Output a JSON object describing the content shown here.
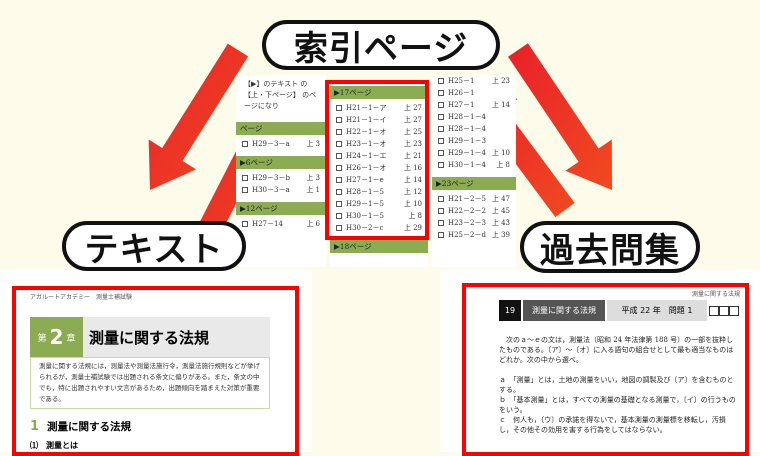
{
  "labels": {
    "index": "索引ページ",
    "text": "テキスト",
    "past": "過去問集"
  },
  "colors": {
    "accent_green": "#8bac52",
    "highlight_red": "#ff0000",
    "arrow_red": "#e8302a"
  },
  "index": {
    "col1": {
      "note": "【▶】のテキスト の【上・下ページ】 のページになり",
      "sections": [
        {
          "title": "ページ",
          "rows": [
            [
              "H29－3－a",
              "上 3"
            ]
          ]
        },
        {
          "title": "▶6ページ",
          "rows": [
            [
              "H29－3－b",
              "上 3"
            ],
            [
              "H30－3－a",
              "上 1"
            ]
          ]
        },
        {
          "title": "▶12ページ",
          "rows": [
            [
              "H27－14",
              "上 6"
            ]
          ]
        }
      ]
    },
    "col2": {
      "sections": [
        {
          "title": "▶17ページ",
          "rows": [
            [
              "H21－1－ア",
              "上 27"
            ],
            [
              "H21－1－イ",
              "上 27"
            ],
            [
              "H22－1－オ",
              "上 25"
            ],
            [
              "H23－1－オ",
              "上 23"
            ],
            [
              "H24－1－エ",
              "上 21"
            ],
            [
              "H26－1－オ",
              "上 16"
            ],
            [
              "H27－1－e",
              "上 14"
            ],
            [
              "H28－1－5",
              "上 12"
            ],
            [
              "H29－1－5",
              "上 10"
            ],
            [
              "H30－1－5",
              "上 8"
            ],
            [
              "H30－2－c",
              "上 29"
            ]
          ]
        },
        {
          "title": "▶18ページ",
          "rows": []
        }
      ]
    },
    "col3": {
      "sections": [
        {
          "title": "",
          "rows": [
            [
              "H25－1",
              "上 23"
            ],
            [
              "H26－1",
              ""
            ],
            [
              "H27－1",
              "上 14"
            ],
            [
              "H28－1－4",
              ""
            ],
            [
              "H28－1－4",
              ""
            ],
            [
              "H29－1－3",
              ""
            ],
            [
              "H29－1－4",
              "上 10"
            ],
            [
              "H30－1－4",
              "上 8"
            ]
          ]
        },
        {
          "title": "▶23ページ",
          "rows": [
            [
              "H21－2－5",
              "上 47"
            ],
            [
              "H22－2－2",
              "上 45"
            ],
            [
              "H23－2－3",
              "上 43"
            ],
            [
              "H25－2－d",
              "上 39"
            ]
          ]
        }
      ]
    }
  },
  "text_doc": {
    "header": "アガルートアカデミー　測量士補試験",
    "chapter_prefix": "第",
    "chapter_num": "2",
    "chapter_suffix": "章",
    "chapter_title": "測量に関する法規",
    "intro": "測量に関する法規には，測量法や測量法施行令，測量法施行規則などが挙げられるが，測量士補試験では出題される条文に偏りがある。また，条文の中でも，特に出題されやすい文言があるため，出題傾向を踏まえた対策が重要である。",
    "section_num": "1",
    "section_title": "測量に関する法規",
    "sub_num": "⑴",
    "sub_title": "測量とは"
  },
  "past_doc": {
    "header": "測量に関する法規",
    "q_num": "19",
    "category": "測量に関する法規",
    "year": "平成 22 年　問題 1",
    "question": "次のａ～ｅの文は，測量法（昭和 24 年法律第 188 号）の一部を抜粋したものである。〔ア〕～〔オ〕に入る語句の組合せとして最も適当なものはどれか。次の中から選べ。",
    "items": [
      "ａ　「測量」とは，土地の測量をいい，地図の調製及び〔ア〕を含むものとする。",
      "ｂ　「基本測量」とは，すべての測量の基礎となる測量で，〔イ〕の行うものをいう。",
      "ｃ　何人も，〔ウ〕の承諾を得ないで，基本測量の測量標を移転し，汚損し，その他その効用を害する行為をしてはならない。"
    ]
  }
}
